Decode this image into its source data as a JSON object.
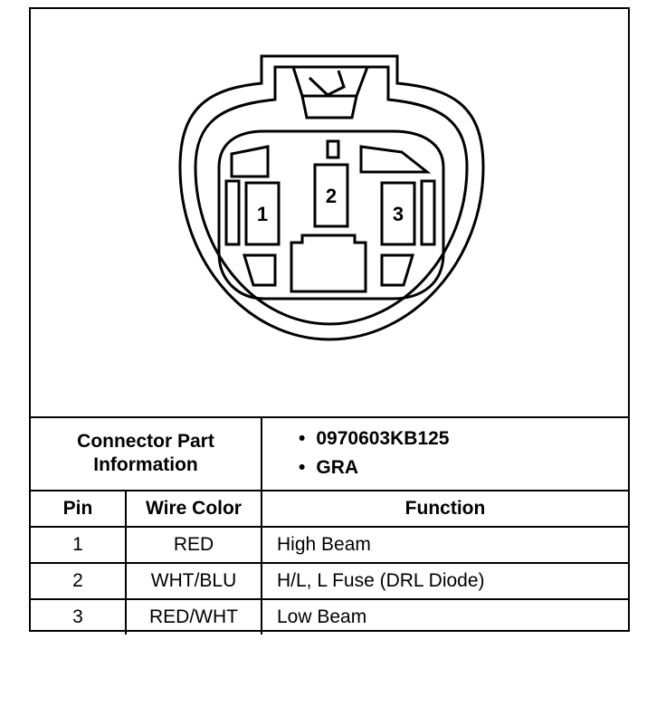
{
  "connector": {
    "pins": [
      "1",
      "2",
      "3"
    ]
  },
  "part_info": {
    "label_line1": "Connector Part",
    "label_line2": "Information",
    "values": [
      "0970603KB125",
      "GRA"
    ]
  },
  "table": {
    "headers": [
      "Pin",
      "Wire Color",
      "Function"
    ],
    "rows": [
      {
        "pin": "1",
        "color": "RED",
        "function": "High Beam"
      },
      {
        "pin": "2",
        "color": "WHT/BLU",
        "function": "H/L, L Fuse (DRL Diode)"
      },
      {
        "pin": "3",
        "color": "RED/WHT",
        "function": "Low Beam"
      }
    ]
  }
}
